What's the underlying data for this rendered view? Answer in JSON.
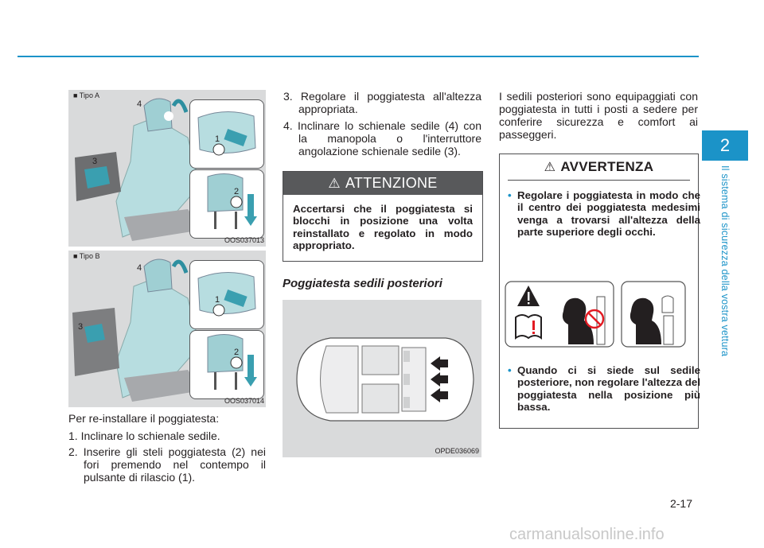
{
  "chapter": {
    "number": "2",
    "title": "Il sistema di sicurezza della vostra vettura"
  },
  "figures": {
    "type_a": {
      "label": "■ Tipo A",
      "code": "OOS037013",
      "callouts": [
        "4",
        "1",
        "3",
        "2"
      ]
    },
    "type_b": {
      "label": "■ Tipo B",
      "code": "OOS037014",
      "callouts": [
        "4",
        "1",
        "3",
        "2"
      ]
    },
    "rear": {
      "code": "OPDE036069"
    }
  },
  "col1": {
    "intro": "Per re-installare il poggiatesta:",
    "steps": [
      "1. Inclinare lo schienale sedile.",
      "2. Inserire gli steli poggiatesta (2) nei fori premendo nel contempo il pulsante di rilascio (1)."
    ]
  },
  "col2": {
    "steps": [
      "3. Regolare il poggiatesta all'altezza appropriata.",
      "4. Inclinare lo schienale sedile (4) con la manopola o l'interruttore angolazione schienale sedile (3)."
    ],
    "caution": {
      "title": "ATTENZIONE",
      "text": "Accertarsi che il poggiatesta si blocchi in posizione una volta reinstallato e regolato in modo appropriato."
    },
    "section_title": "Poggiatesta sedili posteriori"
  },
  "col3": {
    "intro": "I sedili posteriori sono equipaggiati con poggiatesta in tutti i posti a sedere per conferire sicurezza e comfort ai passeggeri.",
    "warning": {
      "title": "AVVERTENZA",
      "item1": "Regolare i poggiatesta in modo che il centro dei poggiatesta medesimi venga a trovarsi all'altezza della parte superiore degli occhi.",
      "item2": "Quando ci si siede sul sedile posteriore, non regolare l'altezza del poggiatesta nella posizione più bassa."
    }
  },
  "page_number": "2-17",
  "watermark": "carmanualsonline.info"
}
